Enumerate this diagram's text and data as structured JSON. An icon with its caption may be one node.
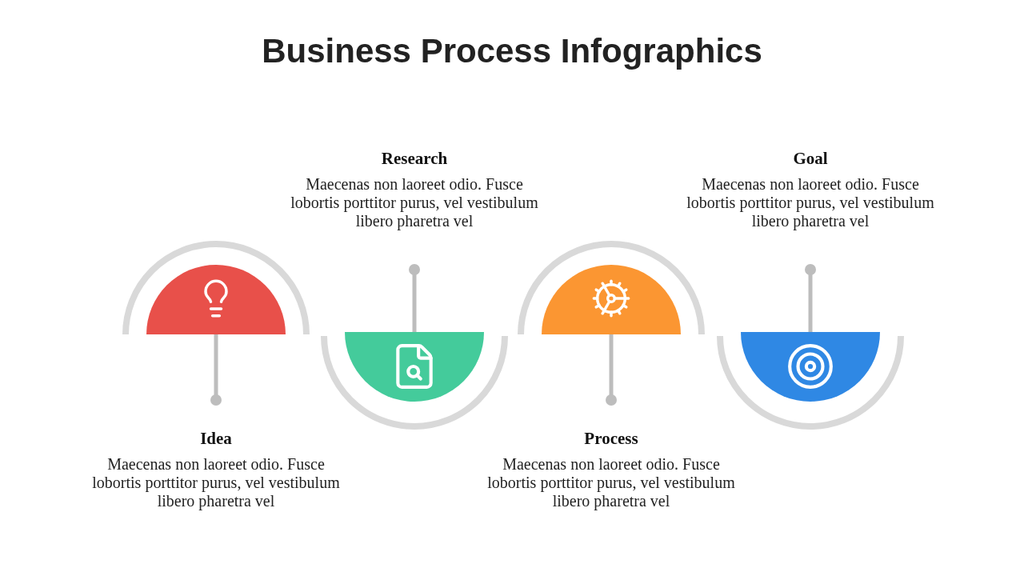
{
  "diagram": {
    "title": "Business Process Infographics",
    "nodes": [
      {
        "text": [
          "Research",
          "Maecenas non laoreet odio. Fusce lobortis porttitor purus, vel vestibulum libero pharetra vel"
        ]
      },
      {
        "text": [
          "Goal",
          "Maecenas non laoreet odio. Fusce lobortis porttitor purus, vel vestibulum libero pharetra vel"
        ]
      },
      {
        "text": [],
        "shape": "semicircle"
      },
      {
        "text": [],
        "shape": "semicircle"
      },
      {
        "text": [],
        "shape": "semicircle"
      },
      {
        "text": [],
        "shape": "semicircle"
      },
      {
        "text": [
          "Idea",
          "Maecenas non laoreet odio. Fusce lobortis porttitor purus, vel vestibulum libero pharetra vel"
        ]
      },
      {
        "text": [
          "Process",
          "Maecenas non laoreet odio. Fusce lobortis porttitor purus, vel vestibulum libero pharetra vel"
        ]
      }
    ],
    "edges": [
      {
        "from": 2,
        "to": 6,
        "arrow": "other"
      },
      {
        "from": 3,
        "to": 0,
        "arrow": "other"
      },
      {
        "from": 4,
        "to": 7,
        "arrow": "other"
      },
      {
        "from": 5,
        "to": 1,
        "arrow": "other"
      }
    ]
  }
}
